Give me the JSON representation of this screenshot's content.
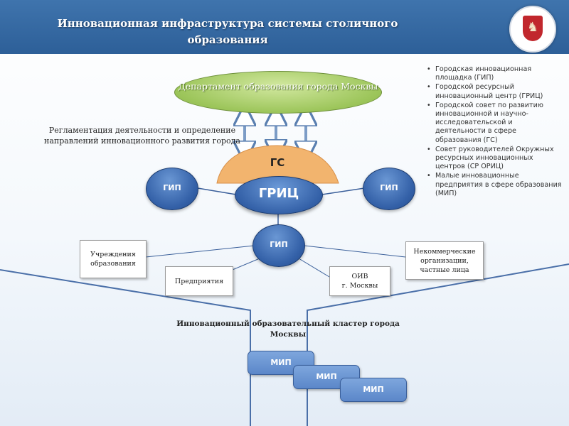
{
  "header": {
    "title": "Инновационная инфраструктура системы столичного образования"
  },
  "emblem": {
    "icon": "moscow-coat-of-arms-icon",
    "color": "#c1272d"
  },
  "department": {
    "label": "Департамент образования города Москвы"
  },
  "regulation_note": "Регламентация деятельности и определение направлений инновационного развития города",
  "gs": {
    "label": "ГС"
  },
  "gric": {
    "label": "ГРИЦ"
  },
  "gip_nodes": [
    {
      "label": "ГИП"
    },
    {
      "label": "ГИП"
    },
    {
      "label": "ГИП"
    }
  ],
  "boxes": {
    "institutions": "Учреждения\nобразования",
    "enterprises": "Предприятия",
    "oiv": "ОИВ\nг. Москвы",
    "noncommercial": "Некоммерческие\nорганизации,\nчастные лица"
  },
  "legend": [
    "Городская инновационная площадка (ГИП)",
    "Городской ресурсный инновационный центр  (ГРИЦ)",
    "Городской совет по развитию инновационной и научно-исследовательской и деятельности в сфере образования (ГС)",
    "Совет руководителей Окружных ресурсных инновационных центров (СР ОРИЦ)",
    "Малые инновационные предприятия в сфере образования (МИП)"
  ],
  "cluster": {
    "label": "Инновационный образовательный кластер города Москвы"
  },
  "mip_nodes": [
    {
      "label": "МИП"
    },
    {
      "label": "МИП"
    },
    {
      "label": "МИП"
    }
  ]
}
